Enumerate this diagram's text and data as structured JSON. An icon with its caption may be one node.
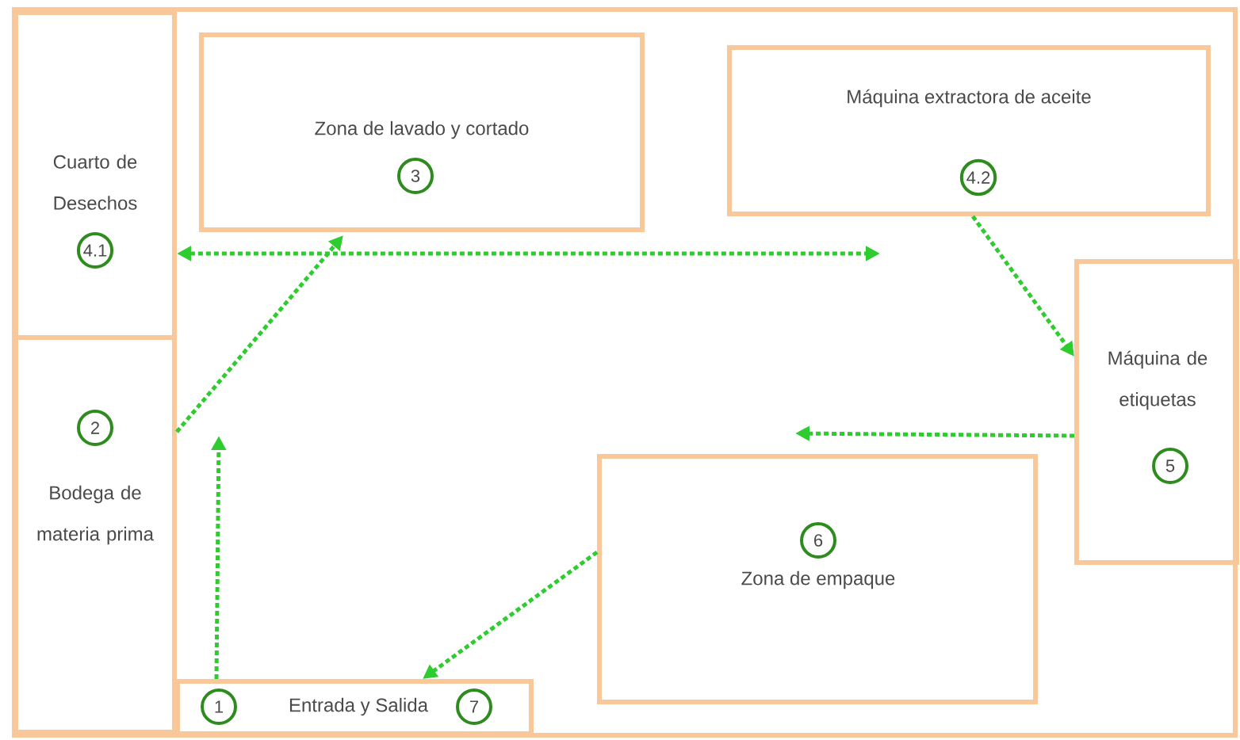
{
  "diagram": {
    "nodes": [
      {
        "text": [
          "Cuarto de Desechos",
          "4.1"
        ]
      },
      {
        "text": [
          "Zona de lavado y cortado",
          "3"
        ]
      },
      {
        "text": [
          "Máquina extractora de aceite",
          "4.2"
        ]
      },
      {
        "text": [
          "2",
          "Bodega de materia prima"
        ]
      },
      {
        "text": [
          "Máquina de etiquetas",
          "5"
        ]
      },
      {
        "text": [
          "6",
          "Zona de empaque"
        ]
      },
      {
        "text": [
          "1",
          "Entrada y Salida",
          "7"
        ]
      }
    ],
    "edges": [
      {
        "from": 6,
        "to": null,
        "arrow": "to"
      },
      {
        "from": 3,
        "to": 1,
        "arrow": "to"
      },
      {
        "from": 0,
        "to": null,
        "arrow": "both"
      },
      {
        "from": 2,
        "to": 4,
        "arrow": "to"
      },
      {
        "from": 4,
        "to": 5,
        "arrow": "to"
      },
      {
        "from": 5,
        "to": 6,
        "arrow": "to"
      }
    ]
  }
}
